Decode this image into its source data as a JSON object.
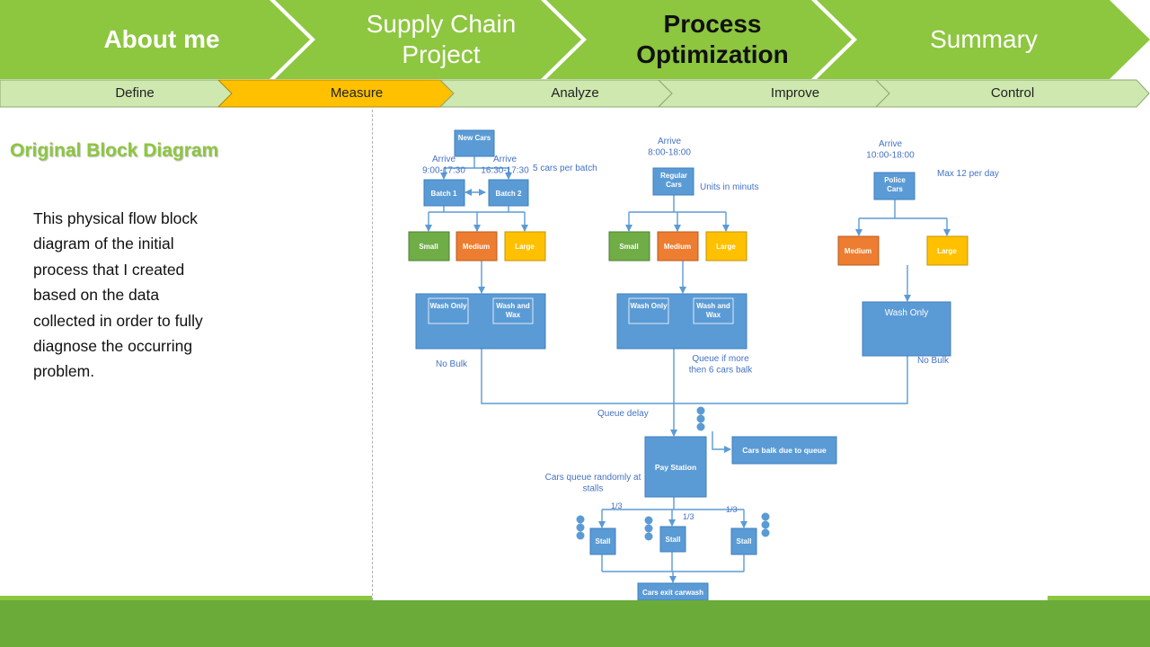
{
  "nav": {
    "tabs": [
      {
        "label": "About me",
        "active": false
      },
      {
        "label": "Supply Chain Project",
        "active": false
      },
      {
        "label": "Process Optimization",
        "active": true
      },
      {
        "label": "Summary",
        "active": false
      }
    ],
    "phases": [
      {
        "label": "Define",
        "active": false
      },
      {
        "label": "Measure",
        "active": true
      },
      {
        "label": "Analyze",
        "active": false
      },
      {
        "label": "Improve",
        "active": false
      },
      {
        "label": "Control",
        "active": false
      }
    ]
  },
  "colors": {
    "nav_green": "#8dc63f",
    "phase_green": "#cfe8b0",
    "phase_active": "#ffc000",
    "title_green": "#8cc63f",
    "band_green": "#6aab3a",
    "box_blue": "#5b9bd5",
    "box_green": "#70ad47",
    "box_orange": "#ed7d31",
    "box_yellow": "#ffc000",
    "label_blue": "#4472c4",
    "line_blue": "#5b9bd5"
  },
  "content": {
    "title": "Original Block Diagram",
    "description": "This physical flow block diagram of the initial process that I created based on the data collected in order to fully diagnose the occurring problem."
  },
  "diagram": {
    "new_cars": "New Cars",
    "arrive_1": "Arrive 9:00-17:30",
    "arrive_2": "Arrive 16:30-17:30",
    "batch_note": "5 cars per batch",
    "batch_1": "Batch 1",
    "batch_2": "Batch 2",
    "arrive_regular": "Arrive 8:00-18:00",
    "regular_cars": "Regular Cars",
    "units_note": "Units in minuts",
    "arrive_police": "Arrive 10:00-18:00",
    "police_cars": "Police Cars",
    "max_note": "Max 12 per day",
    "small": "Small",
    "medium": "Medium",
    "large": "Large",
    "wash_only": "Wash Only",
    "wash_and_wax": "Wash and Wax",
    "wash_only_police": "Wash Only",
    "no_bulk": "No Bulk",
    "queue_note": "Queue if more then 6 cars balk",
    "queue_delay": "Queue delay",
    "cars_balk": "Cars balk due to queue",
    "pay_station": "Pay Station",
    "cars_queue": "Cars queue randomly at stalls",
    "fraction": "1/3",
    "stall": "Stall",
    "exit": "Cars exit carwash"
  }
}
